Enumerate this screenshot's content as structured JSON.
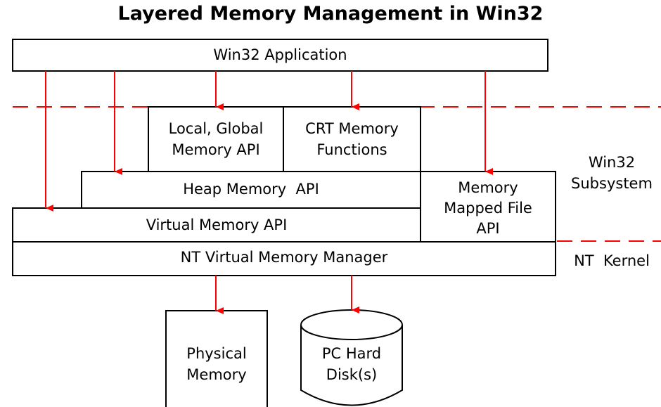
{
  "title": "Layered Memory Management in Win32",
  "boxes": {
    "win32_application": "Win32 Application",
    "local_global_api": [
      "Local, Global",
      "Memory API"
    ],
    "crt_memory": [
      "CRT Memory",
      "Functions"
    ],
    "heap_api": "Heap Memory  API",
    "memory_mapped_file": [
      "Memory",
      "Mapped File",
      "API"
    ],
    "virtual_memory_api": "Virtual Memory API",
    "nt_vmm": "NT Virtual Memory Manager",
    "physical_memory": [
      "Physical",
      "Memory"
    ],
    "hard_disk": [
      "PC Hard",
      "Disk(s)"
    ]
  },
  "regions": {
    "win32_subsystem": [
      "Win32",
      "Subsystem"
    ],
    "nt_kernel": "NT  Kernel"
  },
  "colors": {
    "arrow": "#ff0000",
    "line": "#000000",
    "divider": "#ff0000"
  }
}
